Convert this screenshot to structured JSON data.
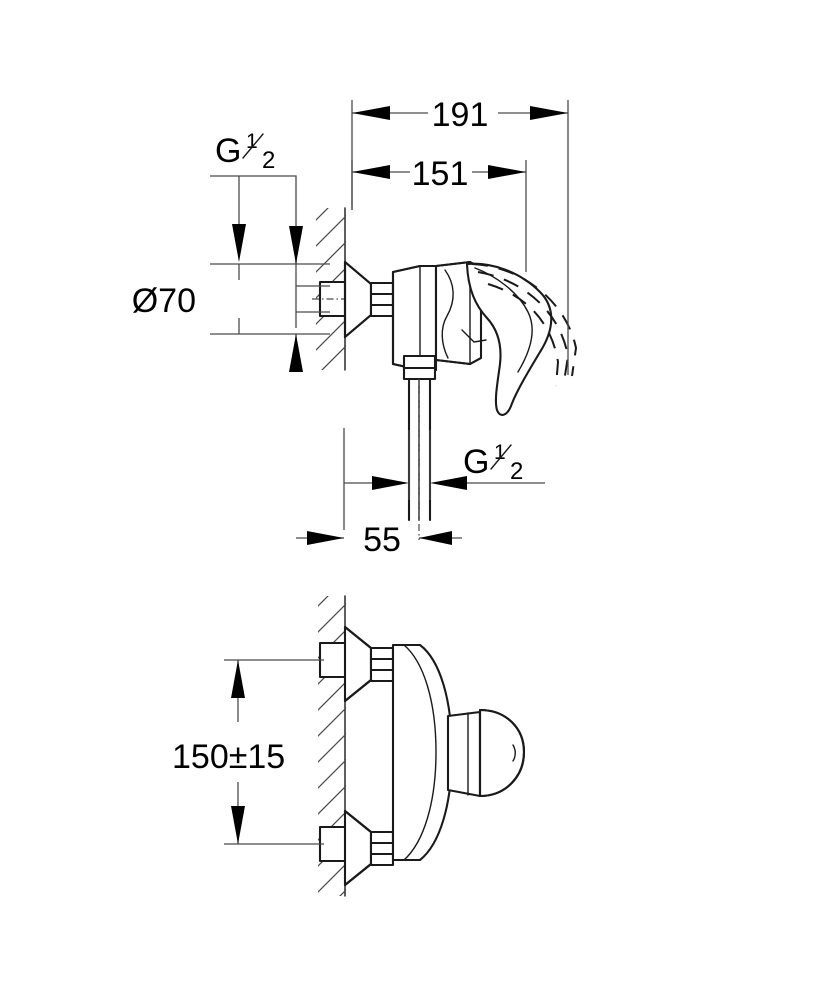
{
  "document": {
    "type": "technical-drawing",
    "subject": "wall-mounted single-lever shower mixer",
    "background_color": "#ffffff",
    "line_color": "#1a1a1a",
    "dimension_color": "#4a4a4a"
  },
  "views": {
    "top": {
      "name": "side-elevation-view",
      "description": "side section view of shower mixer mounted on wall with lever handle"
    },
    "bottom": {
      "name": "plan-section-view",
      "description": "top section view of shower mixer showing two wall connections"
    }
  },
  "dimensions": {
    "overall_depth": {
      "value": "191",
      "name": "dimension-191"
    },
    "body_depth": {
      "value": "151",
      "name": "dimension-151"
    },
    "escutcheon_diameter": {
      "value": "Ø70",
      "name": "dimension-diameter-70"
    },
    "outlet_offset": {
      "value": "55",
      "name": "dimension-55"
    },
    "connection_spacing": {
      "value": "150±15",
      "name": "dimension-150-plus-minus-15"
    }
  },
  "thread_labels": {
    "inlet": {
      "letter": "G",
      "numerator": "1",
      "denominator": "2",
      "name": "thread-label-inlet-g-half"
    },
    "outlet": {
      "letter": "G",
      "numerator": "1",
      "denominator": "2",
      "name": "thread-label-outlet-g-half"
    }
  }
}
